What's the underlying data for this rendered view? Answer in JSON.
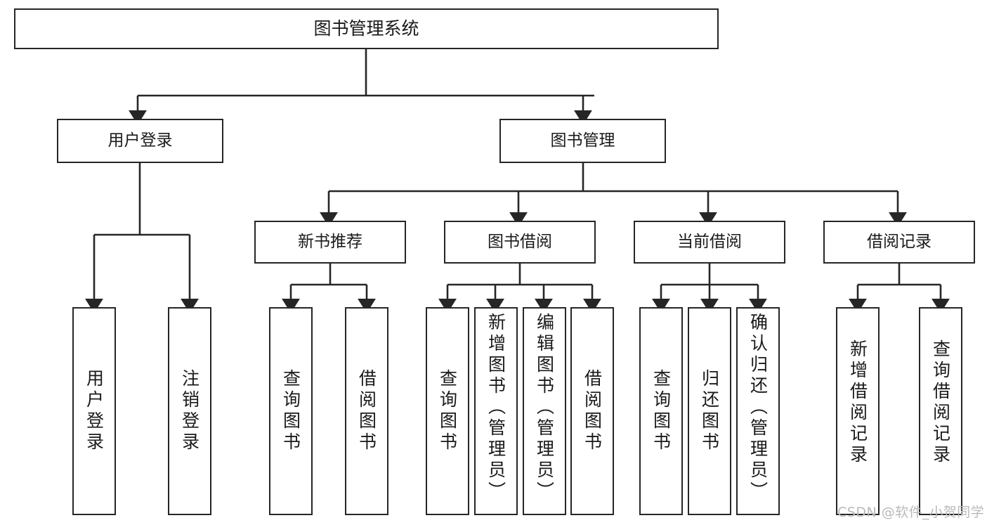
{
  "diagram": {
    "title": "图书管理系统",
    "type": "tree-hierarchy-chart",
    "colors": {
      "box_border": "#262626",
      "box_fill": "#ffffff",
      "connector": "#262626",
      "text": "#1a1a1a",
      "watermark": "#b9b9b9",
      "background": "#ffffff"
    },
    "root": {
      "id": "root",
      "label": "图书管理系统"
    },
    "level2": [
      {
        "id": "user-login",
        "label": "用户登录"
      },
      {
        "id": "book-manage",
        "label": "图书管理"
      }
    ],
    "level3": [
      {
        "id": "new-book-recommend",
        "label": "新书推荐",
        "parent": "book-manage"
      },
      {
        "id": "book-borrow",
        "label": "图书借阅",
        "parent": "book-manage"
      },
      {
        "id": "current-borrow",
        "label": "当前借阅",
        "parent": "book-manage"
      },
      {
        "id": "borrow-record",
        "label": "借阅记录",
        "parent": "book-manage"
      }
    ],
    "leaves": [
      {
        "id": "leaf-user-login",
        "label": "用户登录",
        "parent": "user-login"
      },
      {
        "id": "leaf-logout",
        "label": "注销登录",
        "parent": "user-login"
      },
      {
        "id": "leaf-query-book-1",
        "label": "查询图书",
        "parent": "new-book-recommend"
      },
      {
        "id": "leaf-borrow-book-1",
        "label": "借阅图书",
        "parent": "new-book-recommend"
      },
      {
        "id": "leaf-query-book-2",
        "label": "查询图书",
        "parent": "book-borrow"
      },
      {
        "id": "leaf-add-book",
        "label": "新增图书（管理员）",
        "parent": "book-borrow"
      },
      {
        "id": "leaf-edit-book",
        "label": "编辑图书（管理员）",
        "parent": "book-borrow"
      },
      {
        "id": "leaf-borrow-book-2",
        "label": "借阅图书",
        "parent": "book-borrow"
      },
      {
        "id": "leaf-query-book-3",
        "label": "查询图书",
        "parent": "current-borrow"
      },
      {
        "id": "leaf-return-book",
        "label": "归还图书",
        "parent": "current-borrow"
      },
      {
        "id": "leaf-confirm-return",
        "label": "确认归还（管理员）",
        "parent": "current-borrow"
      },
      {
        "id": "leaf-add-record",
        "label": "新增借阅记录",
        "parent": "borrow-record"
      },
      {
        "id": "leaf-query-record",
        "label": "查询借阅记录",
        "parent": "borrow-record"
      }
    ],
    "watermark": "CSDN @软件_小贺同学"
  }
}
